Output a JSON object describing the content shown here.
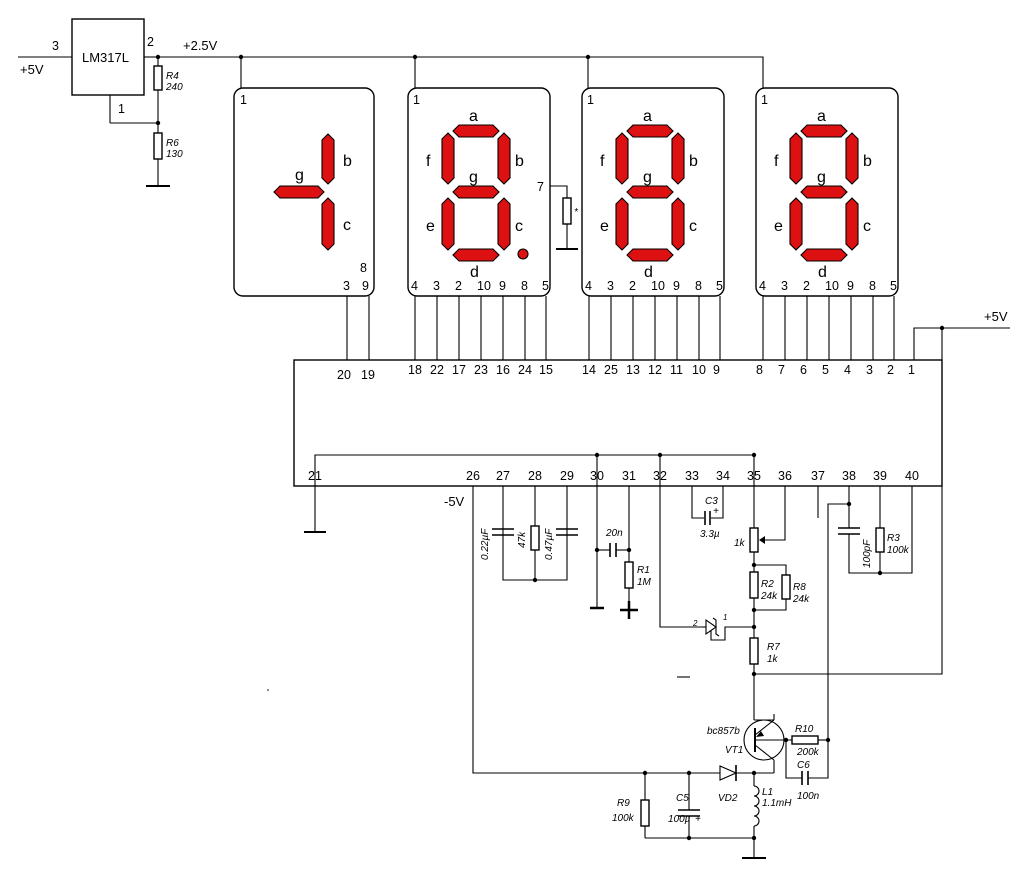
{
  "colors": {
    "segment": "#dd1111",
    "wire": "#000000",
    "background": "#ffffff"
  },
  "regulator": {
    "name": "LM317L",
    "pin_in": "3",
    "pin_out": "2",
    "pin_adj": "1"
  },
  "supply": {
    "in_5v": "+5V",
    "out_2v5": "+2.5V",
    "right_5v": "+5V",
    "neg_5v": "-5V"
  },
  "resistors": {
    "r4": {
      "name": "R4",
      "value": "240"
    },
    "r6": {
      "name": "R6",
      "value": "130"
    },
    "r1": {
      "name": "R1",
      "value": "1M"
    },
    "r2": {
      "name": "R2",
      "value": "24k"
    },
    "r8": {
      "name": "R8",
      "value": "24k"
    },
    "r3": {
      "name": "R3",
      "value": "100k"
    },
    "r7": {
      "name": "R7",
      "value": "1k"
    },
    "r10": {
      "name": "R10",
      "value": "200k"
    },
    "r9": {
      "name": "R9",
      "value": "100k"
    },
    "r47k": {
      "value": "47k"
    },
    "pot": {
      "value": "1k"
    }
  },
  "capacitors": {
    "c022": {
      "value": "0.22µF"
    },
    "c047": {
      "value": "0.47µF"
    },
    "c20n": {
      "value": "20n"
    },
    "c3": {
      "name": "C3",
      "value": "3.3µ",
      "plus": "+"
    },
    "c100p": {
      "value": "100pF"
    },
    "c5": {
      "name": "C5",
      "value": "100µ",
      "plus": "+"
    },
    "c6": {
      "name": "C6",
      "value": "100n"
    }
  },
  "semis": {
    "vt1": {
      "name": "VT1",
      "type": "bc857b"
    },
    "vd2": {
      "name": "VD2"
    },
    "l1": {
      "name": "L1",
      "value": "1.1mH"
    },
    "ref": {
      "a": "2",
      "b": "1"
    }
  },
  "digit_display": {
    "seg_letters": [
      "a",
      "b",
      "c",
      "d",
      "e",
      "f",
      "g"
    ],
    "half_digit": {
      "pin1": "1",
      "pin8": "8",
      "pins": [
        "3",
        "9"
      ]
    },
    "pins_bottom": [
      "4",
      "3",
      "2",
      "10",
      "9",
      "8",
      "5"
    ],
    "pin1": "1",
    "dp_pin": "7"
  },
  "ic": {
    "top_pins_d1": [
      "20",
      "19"
    ],
    "top_pins_d2": [
      "18",
      "22",
      "17",
      "23",
      "16",
      "24",
      "15"
    ],
    "top_pins_d3": [
      "14",
      "25",
      "13",
      "12",
      "11",
      "10",
      "9"
    ],
    "top_pins_d4": [
      "8",
      "7",
      "6",
      "5",
      "4",
      "3",
      "2"
    ],
    "top_pin_1": "1",
    "bottom_pins": [
      "21",
      "26",
      "27",
      "28",
      "29",
      "30",
      "31",
      "32",
      "33",
      "34",
      "35",
      "36",
      "37",
      "38",
      "39",
      "40"
    ]
  },
  "misc": {
    "star": "*",
    "minus_sign": "−",
    "plus_sign": "+"
  }
}
